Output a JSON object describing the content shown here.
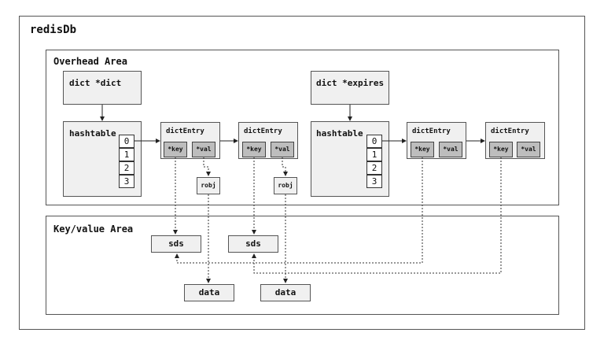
{
  "root": {
    "title": "redisDb"
  },
  "overhead": {
    "title": "Overhead Area",
    "dict_label": "dict *dict",
    "expires_label": "dict *expires",
    "hashtable_label": "hashtable",
    "slots": [
      "0",
      "1",
      "2",
      "3"
    ],
    "entry_label": "dictEntry",
    "key_field": "*key",
    "val_field": "*val",
    "robj_label": "robj"
  },
  "kv": {
    "title": "Key/value Area",
    "sds_label": "sds",
    "data_label": "data"
  }
}
